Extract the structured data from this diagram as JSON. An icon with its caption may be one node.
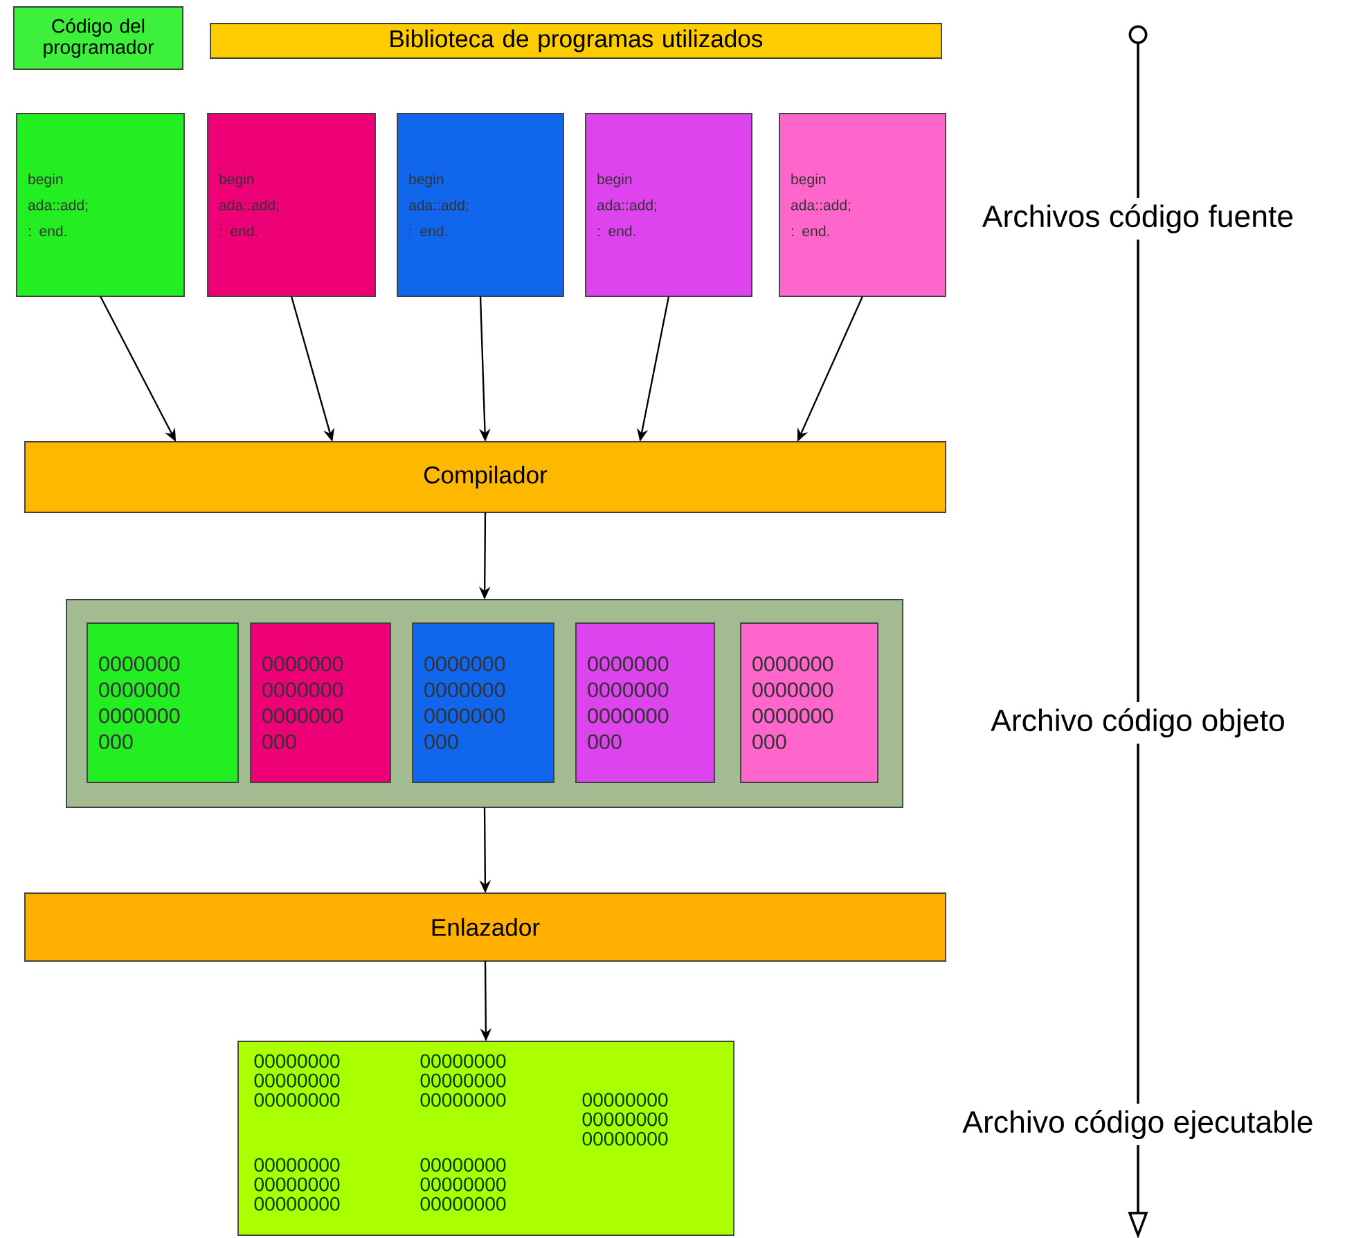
{
  "diagram": {
    "nodes": [
      {
        "text": [
          "Código del programador"
        ]
      },
      {
        "text": [
          "Biblioteca de programas utilizados"
        ]
      },
      {
        "text": [
          "begin ada::add; : end."
        ]
      },
      {
        "text": [
          "begin ada::add; : end."
        ]
      },
      {
        "text": [
          "begin ada::add; : end."
        ]
      },
      {
        "text": [
          "begin ada::add; : end."
        ]
      },
      {
        "text": [
          "begin ada::add; : end."
        ]
      },
      {
        "text": [
          "Compilador"
        ]
      },
      {
        "text": [],
        "shape": "box"
      },
      {
        "text": [
          "0000000 0000000 0000000 000"
        ],
        "in": 8
      },
      {
        "text": [
          "0000000 0000000 0000000 000"
        ],
        "in": 8
      },
      {
        "text": [
          "0000000 0000000 0000000 000"
        ],
        "in": 8
      },
      {
        "text": [
          "0000000 0000000 0000000 000"
        ],
        "in": 8
      },
      {
        "text": [
          "0000000 0000000 0000000 000"
        ],
        "in": 8
      },
      {
        "text": [
          "Enlazador"
        ]
      },
      {
        "text": [
          "00000000 00000000 00000000",
          "00000000 00000000 00000000",
          "00000000 00000000 00000000",
          "00000000 00000000 00000000",
          "00000000 00000000 00000000"
        ]
      }
    ],
    "edges": [
      {
        "from": 2,
        "to": 7,
        "arrow": "to"
      },
      {
        "from": 3,
        "to": 7,
        "arrow": "to"
      },
      {
        "from": 4,
        "to": 7,
        "arrow": "to"
      },
      {
        "from": 5,
        "to": 7,
        "arrow": "to"
      },
      {
        "from": 6,
        "to": 7,
        "arrow": "to"
      },
      {
        "from": 7,
        "to": 8,
        "arrow": "to"
      },
      {
        "from": 8,
        "to": 14,
        "arrow": "to"
      },
      {
        "from": 14,
        "to": 15,
        "arrow": "to"
      }
    ],
    "labels": [
      "Archivos código fuente",
      "Archivo código objeto",
      "Archivo código ejecutable"
    ]
  }
}
